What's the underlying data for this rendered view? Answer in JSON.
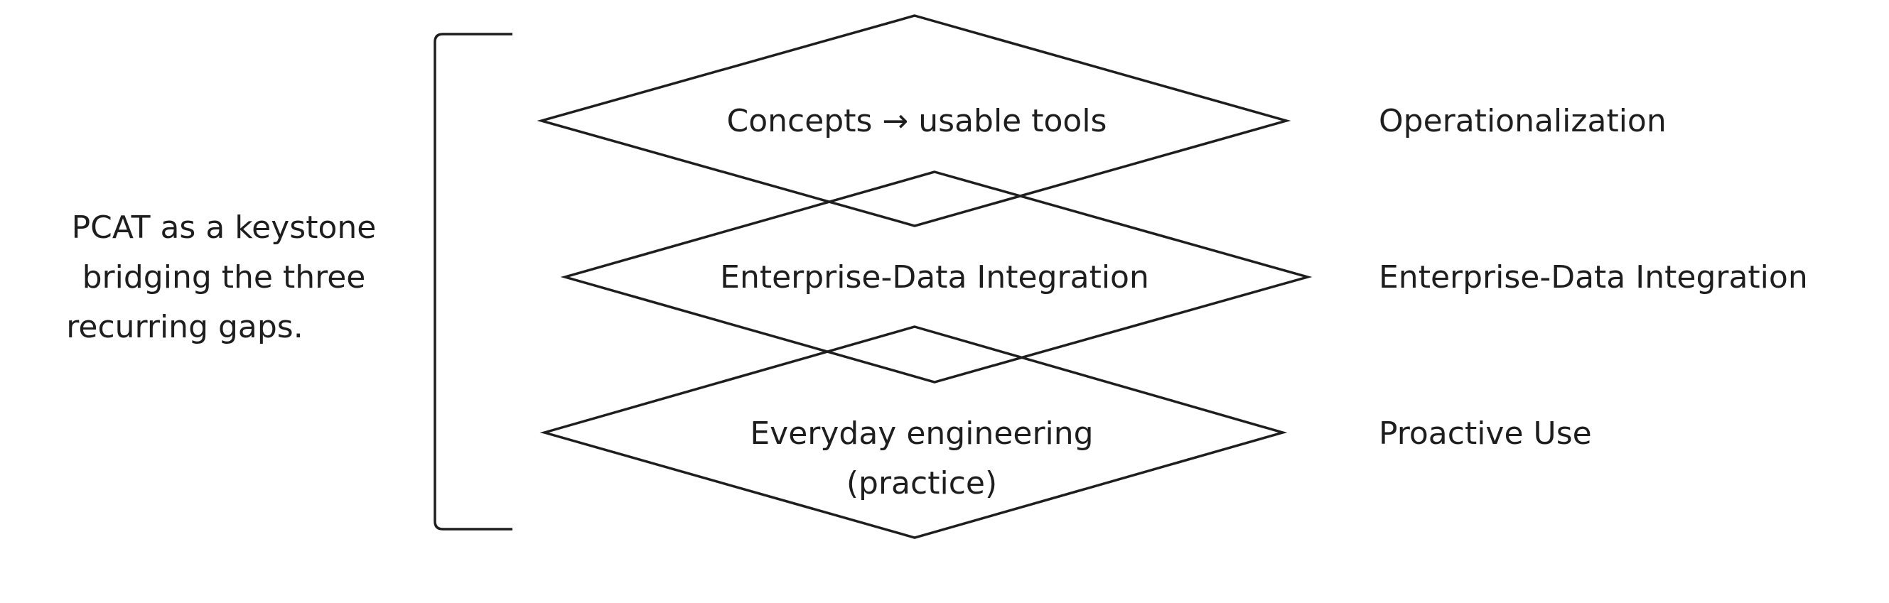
{
  "caption": {
    "lines": [
      "PCAT as a keystone",
      "bridging the three",
      "recurring gaps."
    ]
  },
  "diamonds": [
    {
      "lines": [
        "Concepts → usable tools"
      ]
    },
    {
      "lines": [
        "Enterprise-Data Integration"
      ]
    },
    {
      "lines": [
        "Everyday engineering",
        "(practice)"
      ]
    }
  ],
  "side_labels": [
    "Operationalization",
    "Enterprise-Data Integration",
    "Proactive Use"
  ]
}
